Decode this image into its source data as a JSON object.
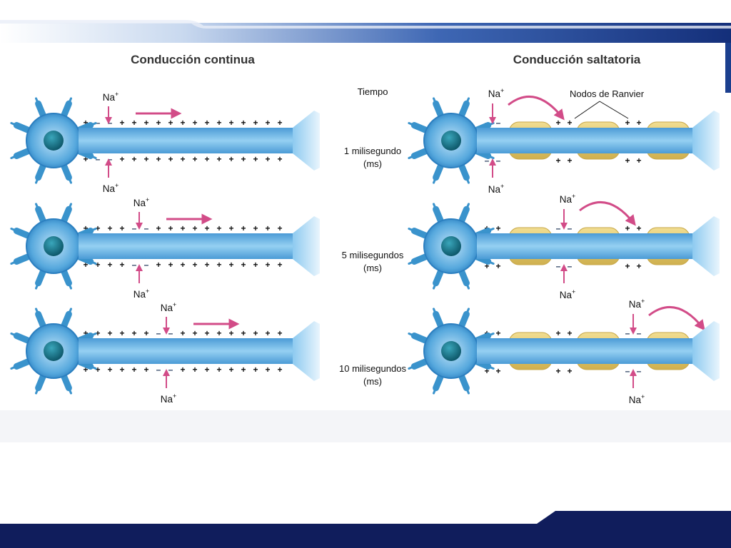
{
  "titles": {
    "continuous": "Conducción continua",
    "saltatory": "Conducción saltatoria"
  },
  "time_header": "Tiempo",
  "time_labels": [
    {
      "value": "1 milisegundo",
      "unit": "(ms)"
    },
    {
      "value": "5 milisegundos",
      "unit": "(ms)"
    },
    {
      "value": "10 milisegundos",
      "unit": "(ms)"
    }
  ],
  "nodes_label": "Nodos de Ranvier",
  "ion_label": "Na",
  "ion_charge": "+",
  "colors": {
    "axon": "#5aa9dc",
    "axon_core": "#8ccbf0",
    "nucleus": "#0f6d82",
    "soma": "#3a93cc",
    "myelin": "#e6cf7a",
    "arrow": "#d24c88",
    "depolarized": "#8a6fc6",
    "header_band": "#1b3f8e",
    "footer_band": "#101d5c"
  }
}
